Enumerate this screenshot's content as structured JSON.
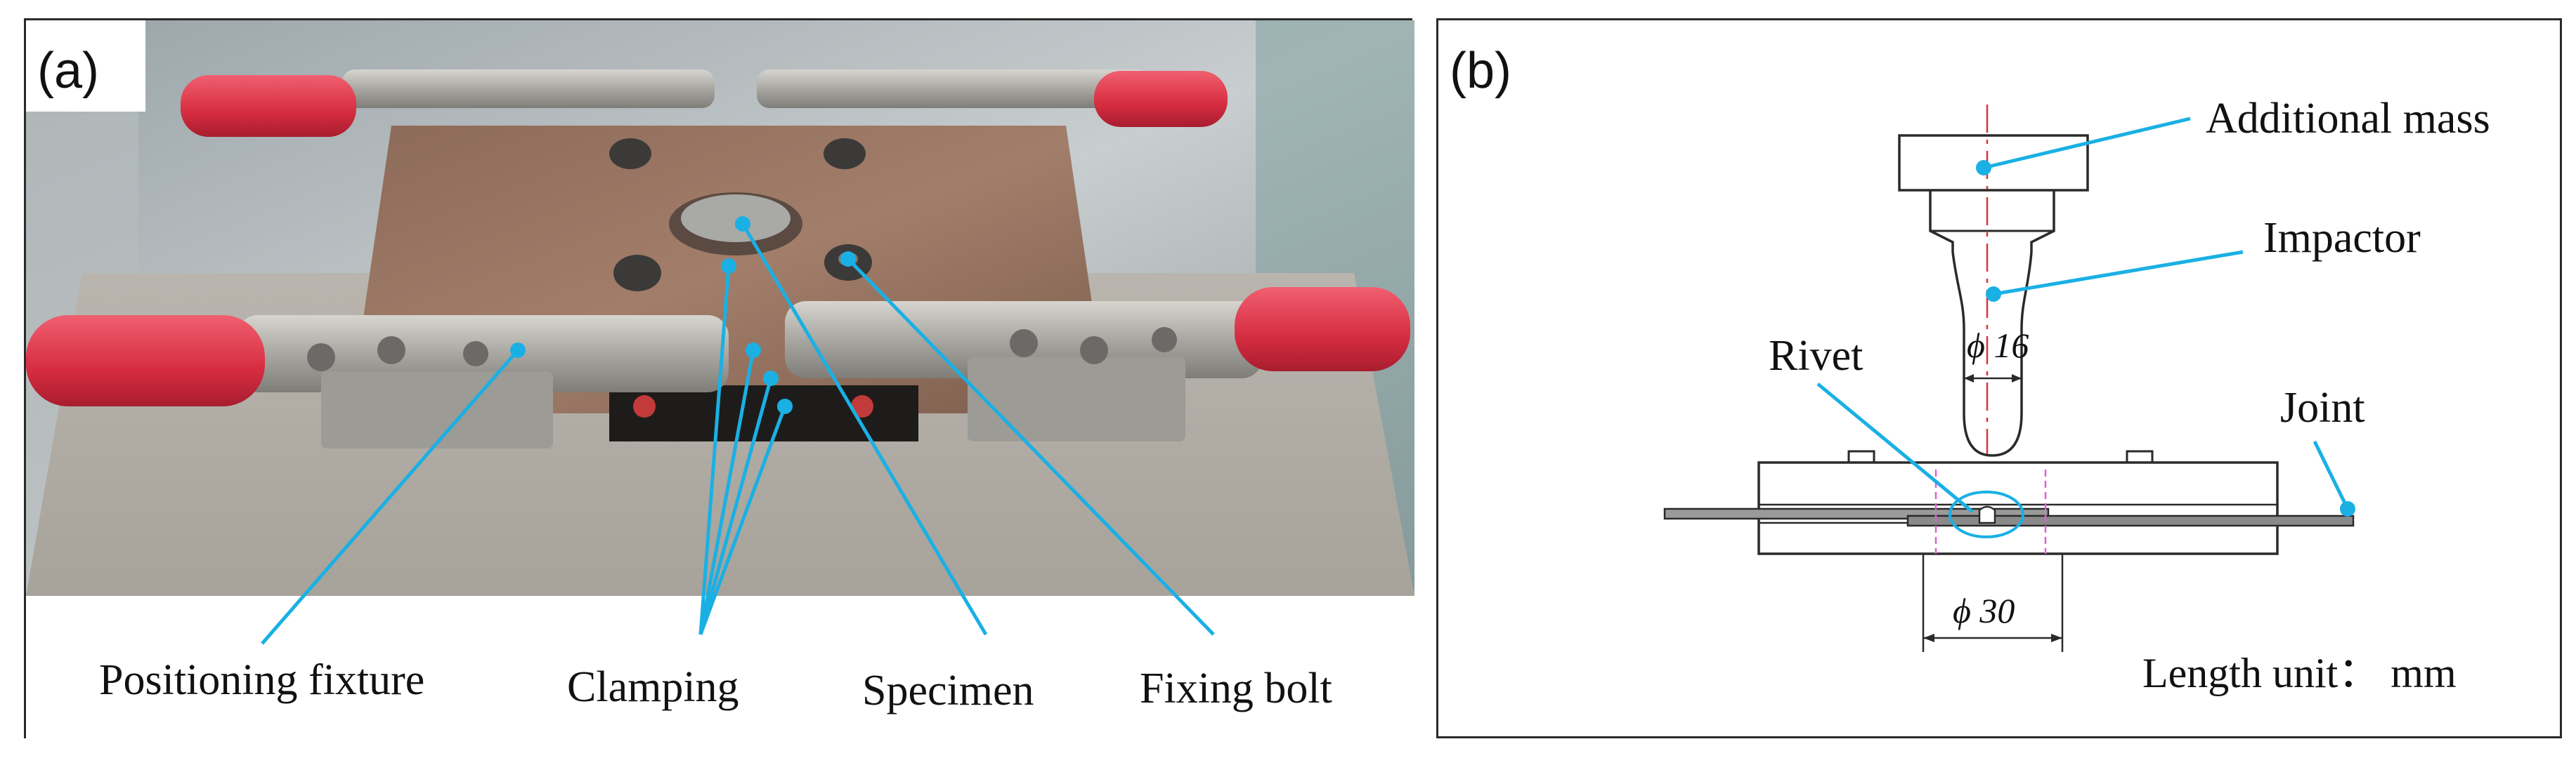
{
  "panel_a": {
    "tag": "(a)",
    "labels": {
      "positioning_fixture": "Positioning fixture",
      "clamping": "Clamping",
      "specimen": "Specimen",
      "fixing_bolt": "Fixing bolt"
    }
  },
  "panel_b": {
    "tag": "(b)",
    "labels": {
      "additional_mass": "Additional mass",
      "impactor": "Impactor",
      "rivet": "Rivet",
      "joint": "Joint",
      "dim_impactor": "ϕ 16",
      "dim_base": "ϕ 30",
      "length_unit": "Length unit： mm"
    }
  },
  "colors": {
    "leader_line": "#1ab0e4",
    "frame": "#2a2a2a",
    "clamp_handle": "#e0344a",
    "centerline": "#d9343c",
    "dim_marker": "#e060d0"
  }
}
